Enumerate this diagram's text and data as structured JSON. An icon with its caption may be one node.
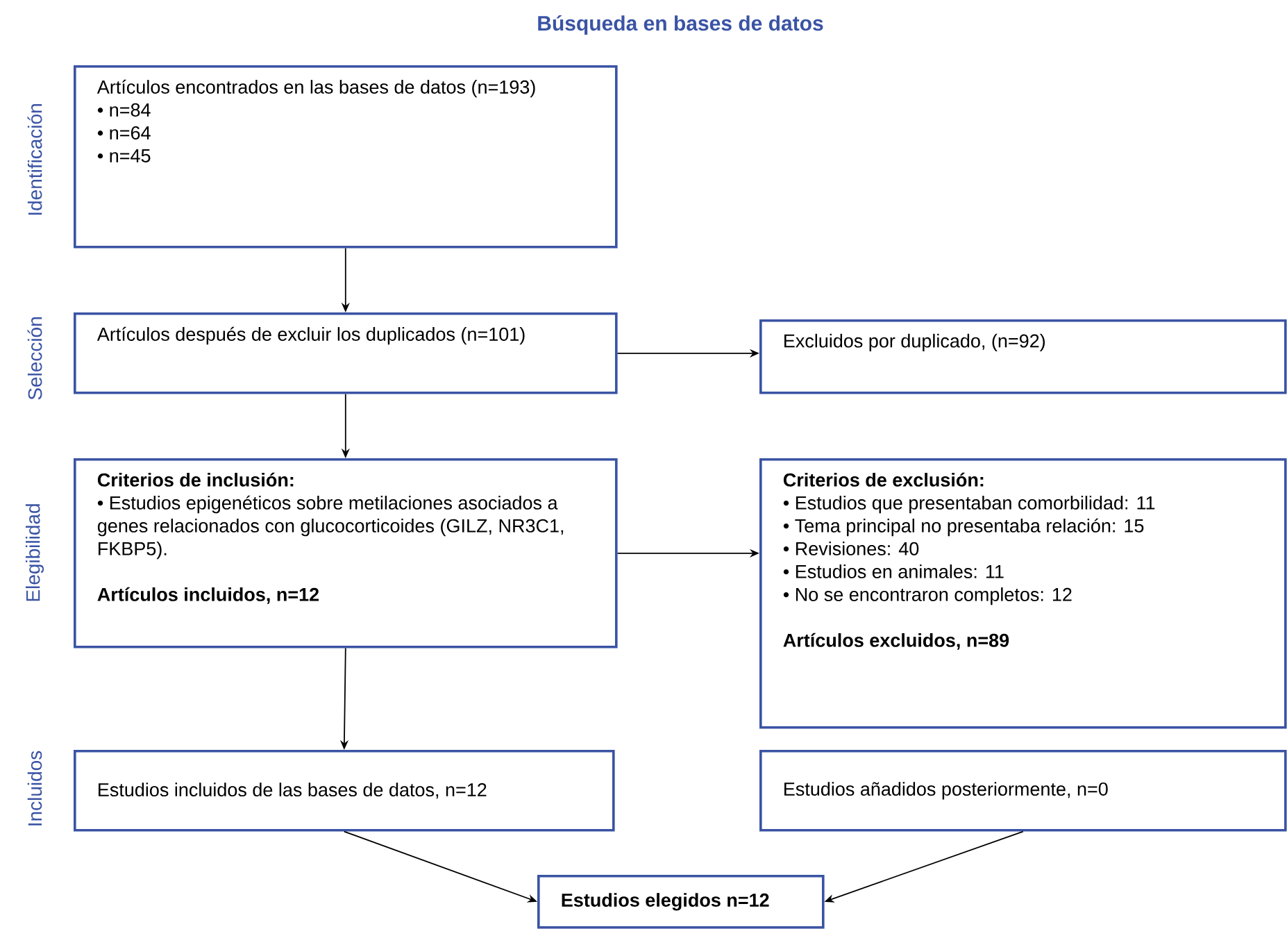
{
  "diagram": {
    "title": "Búsqueda en bases de datos",
    "nodes": [
      {
        "text": [
          "Artículos encontrados en las bases de datos (n=193)",
          "• n=84",
          "• n=64",
          "• n=45"
        ]
      },
      {
        "text": [
          "Artículos después de excluir los duplicados (n=101)"
        ]
      },
      {
        "text": [
          "Excluidos por duplicado, (n=92)"
        ]
      },
      {
        "text": [
          "Criterios de inclusión:",
          "• Estudios epigenéticos sobre metilaciones asociados a genes relacionados con glucocorticoides (GILZ, NR3C1, FKBP5).",
          "Artículos incluidos, n=12"
        ]
      },
      {
        "text": [
          "Criterios de exclusión:",
          "• Estudios que presentaban comorbilidad: 11",
          "• Tema principal no presentaba relación: 15",
          "• Revisiones: 40",
          "• Estudios en animales: 11",
          "• No se encontraron completos: 12",
          "Artículos excluidos, n=89"
        ]
      },
      {
        "text": [
          "Estudios incluidos de las bases de datos, n=12"
        ]
      },
      {
        "text": [
          "Estudios añadidos posteriormente, n=0"
        ]
      },
      {
        "text": [
          "Estudios elegidos n=12"
        ]
      }
    ],
    "edges": [
      {
        "from": 0,
        "to": 1,
        "arrow": "to"
      },
      {
        "from": 1,
        "to": 2,
        "arrow": "to"
      },
      {
        "from": 1,
        "to": 3,
        "arrow": "to"
      },
      {
        "from": 3,
        "to": 4,
        "arrow": "to"
      },
      {
        "from": 3,
        "to": 5,
        "arrow": "to"
      },
      {
        "from": 5,
        "to": 7,
        "arrow": "to"
      },
      {
        "from": 6,
        "to": 7,
        "arrow": "to"
      }
    ],
    "labels": [
      "Identificación",
      "Selección",
      "Elegibilidad",
      "Incluidos"
    ]
  }
}
